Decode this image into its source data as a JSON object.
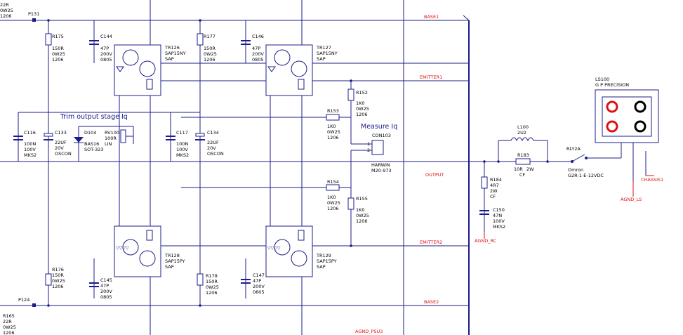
{
  "nets": {
    "base1": "BASE1",
    "emitter1": "EMITTER1",
    "output": "OUTPUT",
    "emitter2": "EMITTER2",
    "base2": "BASE2",
    "agnd_psu3": "AGND_PSU3",
    "agnd_rc": "AGND_RC",
    "agnd_ls": "AGND_LS",
    "chassis1": "CHASSIS1"
  },
  "titles": {
    "trim": "Trim output stage Iq",
    "measure": "Measure Iq"
  },
  "colors": {
    "wire": "#1c1c8c",
    "net_label": "#dd1111",
    "text": "#000000",
    "terminal_red": "#dd1111"
  },
  "components": {
    "r164": {
      "lines": [
        "22R",
        "0W25",
        "1206"
      ]
    },
    "p131": {
      "lines": [
        "P131"
      ]
    },
    "r175": {
      "lines": [
        "R175",
        "150R",
        "0W25",
        "1206"
      ]
    },
    "c144": {
      "lines": [
        "C144",
        "47P",
        "200V",
        "0805"
      ]
    },
    "tr126": {
      "lines": [
        "TR126",
        "SAP15NY",
        "SAP"
      ]
    },
    "r177": {
      "lines": [
        "R177",
        "150R",
        "0W25",
        "1206"
      ]
    },
    "c146": {
      "lines": [
        "C146",
        "47P",
        "200V",
        "0805"
      ]
    },
    "tr127": {
      "lines": [
        "TR127",
        "SAP15NY",
        "SAP"
      ]
    },
    "r152": {
      "lines": [
        "R152",
        "1K0",
        "0W25",
        "1206"
      ]
    },
    "r153": {
      "lines": [
        "R153"
      ]
    },
    "r153v": {
      "lines": [
        "1K0",
        "0W25",
        "1206"
      ]
    },
    "c116": {
      "lines": [
        "C116",
        "100N",
        "100V",
        "MKS2"
      ]
    },
    "c133": {
      "lines": [
        "C133",
        "22UF",
        "20V",
        "OSCON"
      ]
    },
    "d104": {
      "lines": [
        "D104",
        "BAS16",
        "SOT-323"
      ]
    },
    "rv100": {
      "lines": [
        "RV100",
        "100R",
        "LIN"
      ]
    },
    "c117": {
      "lines": [
        "C117",
        "100N",
        "100V",
        "MKS2"
      ]
    },
    "c134": {
      "lines": [
        "C134",
        "22UF",
        "20V",
        "OSCON"
      ]
    },
    "con103": {
      "lines": [
        "CON103"
      ],
      "pins": [
        "1",
        "2"
      ]
    },
    "harwin": {
      "lines": [
        "HARWIN",
        "M20-973"
      ]
    },
    "r154": {
      "lines": [
        "R154"
      ]
    },
    "r154v": {
      "lines": [
        "1K0",
        "0W25",
        "1206"
      ]
    },
    "r155": {
      "lines": [
        "R155",
        "1K0",
        "0W25",
        "1206"
      ]
    },
    "tr128": {
      "lines": [
        "TR128",
        "SAP15PY",
        "SAP"
      ]
    },
    "tr129": {
      "lines": [
        "TR129",
        "SAP15PY",
        "SAP"
      ]
    },
    "r176": {
      "lines": [
        "R176",
        "150R",
        "0W25",
        "1206"
      ]
    },
    "c145": {
      "lines": [
        "C145",
        "47P",
        "200V",
        "0805"
      ]
    },
    "r178": {
      "lines": [
        "R178",
        "150R",
        "0W25",
        "1206"
      ]
    },
    "c147": {
      "lines": [
        "C147",
        "47P",
        "200V",
        "0805"
      ]
    },
    "p124": {
      "lines": [
        "P124"
      ]
    },
    "r165": {
      "lines": [
        "R165",
        "22R",
        "0W25",
        "1206"
      ]
    },
    "l100": {
      "lines": [
        "L100",
        "2U2"
      ]
    },
    "r183": {
      "lines": [
        "R183"
      ]
    },
    "r183v": {
      "lines": [
        "10R",
        "2W",
        "CF"
      ]
    },
    "rly2a": {
      "lines": [
        "RLY2A"
      ]
    },
    "omron": {
      "lines": [
        "Omron",
        "G2R-1-E-12VDC"
      ]
    },
    "r184": {
      "lines": [
        "R184",
        "4R7",
        "2W",
        "CF"
      ]
    },
    "c150": {
      "lines": [
        "C150",
        "47N",
        "100V",
        "MKS2"
      ]
    },
    "ls100": {
      "lines": [
        "LS100",
        "G P PRECISION"
      ]
    }
  }
}
